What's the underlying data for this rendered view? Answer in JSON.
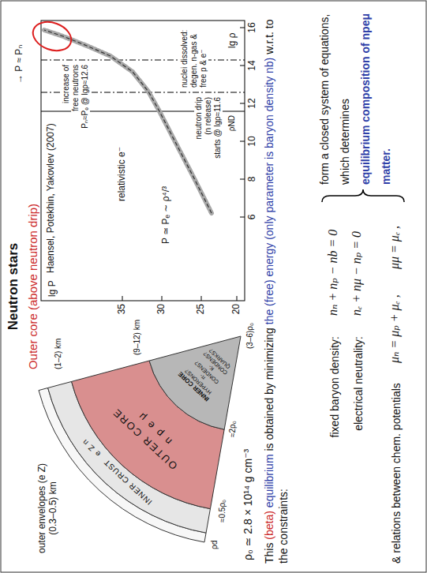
{
  "diagram": {
    "title": "Neutron stars",
    "nodes": [
      {
        "text": [
          "outer envelopes (e Z)",
          "(0.3–0.5) km"
        ]
      },
      {
        "text": [
          "INNER CRUST",
          "e Z n"
        ]
      },
      {
        "text": [
          "OUTER CORE",
          "n p e μ"
        ]
      },
      {
        "text": [
          "INNER CORE",
          "HYPERONS? π-CONDENS? K-CONDENS? QUARKS?"
        ]
      }
    ],
    "labels": [
      "Outer core (above neutron drip)",
      "(1–2) km",
      "(9–12) km",
      "ρd",
      "≈0.5ρ₀",
      "≈2ρ₀",
      "(3–6)ρ₀",
      "ρ₀ ≃ 2.8 × 10¹⁴ g cm⁻³",
      "Haensel, Potekhin, Yakovlev (2007)",
      "→ P ≈ Pₙ",
      "lg P",
      "35",
      "30",
      "25",
      "20",
      "6",
      "8",
      "10",
      "12",
      "14",
      "16",
      "lg ρ",
      "relativistic e⁻",
      "P ≃ Pₑ ∼ ρ⁴/³",
      "neutron drip",
      "(n release)",
      "starts @ lgρ≈11.6",
      "increase of",
      "free neutrons",
      "Pₙ≈Pₑ @ lgρ≈12.6",
      "nuclei dissolved:",
      "degen. n-gas &",
      "free p & e⁻",
      "ρND",
      "This",
      "(beta)",
      "equilibrium",
      "is obtained by minimizing",
      "the (free) energy (only parameter is baryon density nb)",
      "w.r.t. to the constraints:",
      "fixed baryon density:",
      "nₙ + nₚ − nb = 0",
      "electrical neutrality:",
      "nₑ + nμ − nₚ = 0",
      "& relations between chem. potentials",
      "μₙ = μₚ + μₑ ,",
      "μμ = μₑ ,",
      "form a closed system of equations, which determines",
      "equilibrium composition of npeμ matter."
    ]
  }
}
